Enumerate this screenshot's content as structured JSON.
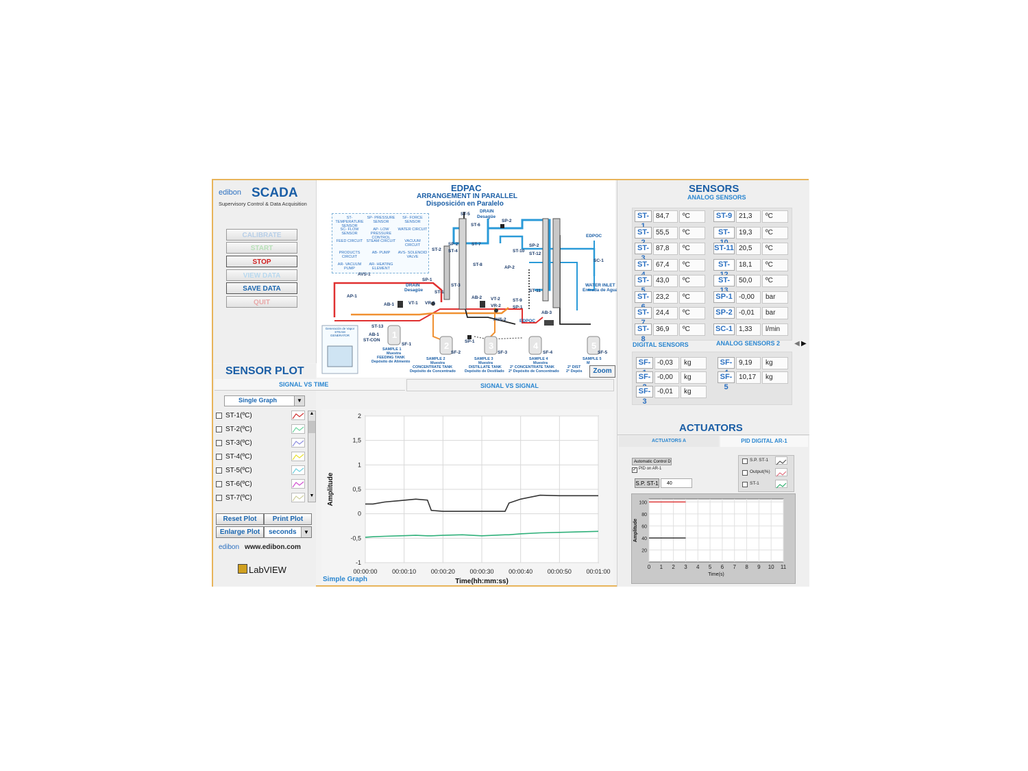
{
  "brand": {
    "logo": "edibon",
    "app": "SCADA",
    "subtitle": "Supervisory Control & Data Acquisition",
    "web": "www.edibon.com",
    "labview": "LabVIEW"
  },
  "controls": {
    "calibrate": "CALIBRATE",
    "start": "START",
    "stop": "STOP",
    "view": "VIEW DATA",
    "save": "SAVE DATA",
    "quit": "QUIT"
  },
  "diagram": {
    "title": "EDPAC",
    "subtitle": "ARRANGEMENT IN PARALLEL",
    "subtitle2": "Disposición en Paralelo",
    "legend": [
      "ST- TEMPERATURE SENSOR",
      "SP- PRESSURE SENSOR",
      "SF- FORCE SENSOR",
      "SC- FLOW SENSOR",
      "AP- LOW PRESSURE CONTROL",
      "WATER CIRCUIT",
      "FEED CIRCUIT",
      "STEAM CIRCUIT",
      "VACUUM CIRCUIT",
      "PRODUCTS CIRCUIT",
      "AB- PUMP",
      "AVS- SOLENOID VALVE",
      "AR- VACUUM PUMP",
      "AR- HEATING ELEMENT"
    ],
    "labels": {
      "st5": "ST-5",
      "st6": "ST-6",
      "sp2a": "SP-2",
      "drain1": "DRAIN",
      "drain1b": "Desagüe",
      "edpoc": "EDPOC",
      "st2": "ST-2",
      "sp2b": "SP-2",
      "st4": "ST-4",
      "st7": "ST-7",
      "sp2c": "SP-2",
      "st12": "ST-12",
      "st10": "ST-10",
      "sc1": "SC-1",
      "st8": "ST-8",
      "ap2": "AP-2",
      "avs1": "AVS-1",
      "sp1a": "SP-1",
      "drain2": "DRAIN",
      "drain2b": "Desagüe",
      "st3": "ST-3",
      "st11": "ST-11",
      "water": "WATER INLET",
      "water2": "Entrada de Agua",
      "ap1": "AP-1",
      "ab1": "AB-1",
      "vt1": "VT-1",
      "vr1": "VR-1",
      "st1": "ST-1",
      "ab2": "AB-2",
      "vt2": "VT-2",
      "vr2": "VR-2",
      "st9": "ST-9",
      "sp1b": "SP-1",
      "avs2": "AVS-2",
      "ab3": "AB-3",
      "edpoc2": "EDPOC",
      "st13": "ST-13",
      "abl": "AB-1",
      "stcon": "ST-CON",
      "sf1": "SF-1",
      "sf2": "SF-2",
      "sf3": "SF-3",
      "sf4": "SF-4",
      "sf5": "SF-5",
      "sp1c": "SP-1",
      "steamgen": "Generación de Vapor STEAM GENERATOR",
      "t1": "1",
      "t2": "2",
      "t3": "3",
      "t4": "4",
      "t5": "5",
      "s1": "SAMPLE 1",
      "s1b": "Muestra",
      "s1c": "FEEDING TANK",
      "s1d": "Depósito de Alimento",
      "s2": "SAMPLE 2",
      "s2b": "Muestra",
      "s2c": "CONCENTRATE TANK",
      "s2d": "Depósito de Concentrado",
      "s3": "SAMPLE 3",
      "s3b": "Muestra",
      "s3c": "DISTILLATE TANK",
      "s3d": "Depósito de Destilado",
      "s4": "SAMPLE 4",
      "s4b": "Muestra",
      "s4c": "2° CONCENTRATE TANK",
      "s4d": "2° Depósito de Concentrado",
      "s5": "SAMPLE 5",
      "s5b": "M",
      "s5c": "2° DIST",
      "s5d": "2° Depós"
    },
    "zoom": "Zoom"
  },
  "sensors": {
    "title": "SENSORS",
    "analog": "ANALOG SENSORS",
    "digital": "DIGITAL SENSORS",
    "analog2": "ANALOG SENSORS 2",
    "left": [
      {
        "tag": "ST-1",
        "val": "84,7",
        "unit": "ºC"
      },
      {
        "tag": "ST-2",
        "val": "55,5",
        "unit": "ºC"
      },
      {
        "tag": "ST-3",
        "val": "87,8",
        "unit": "ºC"
      },
      {
        "tag": "ST-4",
        "val": "67,4",
        "unit": "ºC"
      },
      {
        "tag": "ST-5",
        "val": "43,0",
        "unit": "ºC"
      },
      {
        "tag": "ST-6",
        "val": "23,2",
        "unit": "ºC"
      },
      {
        "tag": "ST-7",
        "val": "24,4",
        "unit": "ºC"
      },
      {
        "tag": "ST-8",
        "val": "36,9",
        "unit": "ºC"
      }
    ],
    "right": [
      {
        "tag": "ST-9",
        "val": "21,3",
        "unit": "ºC"
      },
      {
        "tag": "ST-10",
        "val": "19,3",
        "unit": "ºC"
      },
      {
        "tag": "ST-11",
        "val": "20,5",
        "unit": "ºC"
      },
      {
        "tag": "ST-12",
        "val": "18,1",
        "unit": "ºC"
      },
      {
        "tag": "ST-13",
        "val": "50,0",
        "unit": "ºC"
      },
      {
        "tag": "SP-1",
        "val": "-0,00",
        "unit": "bar"
      },
      {
        "tag": "SP-2",
        "val": "-0,01",
        "unit": "bar"
      },
      {
        "tag": "SC-1",
        "val": "1,33",
        "unit": "l/min"
      }
    ],
    "digital_left": [
      {
        "tag": "SF-1",
        "val": "-0,03",
        "unit": "kg"
      },
      {
        "tag": "SF-2",
        "val": "-0,00",
        "unit": "kg"
      },
      {
        "tag": "SF-3",
        "val": "-0,01",
        "unit": "kg"
      }
    ],
    "digital_right": [
      {
        "tag": "SF-4",
        "val": "9,19",
        "unit": "kg"
      },
      {
        "tag": "SF-5",
        "val": "10,17",
        "unit": "kg"
      }
    ]
  },
  "actuators": {
    "title": "ACTUATORS",
    "tab1": "ACTUATORS A",
    "tab2": "PID DIGITAL AR-1",
    "auto": "Automatic Control D",
    "pid": "PID on AR-1",
    "sp_label": "S.P. ST-1",
    "sp_value": "40",
    "legend": [
      "S.P. ST-1",
      "Output(%)",
      "ST-1"
    ],
    "ylabel": "Amplitude",
    "xlabel": "Time(s)",
    "yticks": [
      "100",
      "80",
      "60",
      "40",
      "20"
    ],
    "xticks": [
      "0",
      "1",
      "2",
      "3",
      "4",
      "5",
      "6",
      "7",
      "8",
      "9",
      "10",
      "11"
    ]
  },
  "plot": {
    "title": "SENSOR PLOT",
    "tab1": "SIGNAL VS TIME",
    "tab2": "SIGNAL VS SIGNAL",
    "mode": "Single Graph",
    "items": [
      "ST-1(ºC)",
      "ST-2(ºC)",
      "ST-3(ºC)",
      "ST-4(ºC)",
      "ST-5(ºC)",
      "ST-6(ºC)",
      "ST-7(ºC)"
    ],
    "colors": [
      "#d03030",
      "#6fd6a0",
      "#8f8fe0",
      "#e8e030",
      "#70d0e0",
      "#d050d0",
      "#d0d0a0"
    ],
    "reset": "Reset Plot",
    "print": "Print Plot",
    "enlarge": "Enlarge Plot",
    "units": "seconds",
    "graph_label": "Simple Graph"
  },
  "chart_data": [
    {
      "type": "line",
      "ylabel": "Amplitude",
      "xlabel": "Time(hh:mm:ss)",
      "ylim": [
        -1,
        2
      ],
      "yticks": [
        "2",
        "1,5",
        "1",
        "0,5",
        "0",
        "-0,5",
        "-1"
      ],
      "xticks": [
        "00:00:00",
        "00:00:10",
        "00:00:20",
        "00:00:30",
        "00:00:40",
        "00:00:50",
        "00:01:00"
      ],
      "x": [
        0,
        2,
        5,
        9,
        13,
        16,
        17,
        20,
        25,
        30,
        36,
        37,
        40,
        45,
        50,
        60
      ],
      "series": [
        {
          "color": "#333333",
          "values": [
            0.2,
            0.2,
            0.24,
            0.27,
            0.3,
            0.28,
            0.07,
            0.05,
            0.05,
            0.05,
            0.05,
            0.22,
            0.3,
            0.38,
            0.37,
            0.37
          ]
        },
        {
          "color": "#2fb07a",
          "values": [
            -0.48,
            -0.47,
            -0.46,
            -0.45,
            -0.44,
            -0.45,
            -0.45,
            -0.44,
            -0.43,
            -0.45,
            -0.43,
            -0.43,
            -0.41,
            -0.39,
            -0.38,
            -0.36
          ]
        }
      ],
      "grid": true
    },
    {
      "type": "line",
      "ylabel": "Amplitude",
      "xlabel": "Time(s)",
      "ylim": [
        0,
        105
      ],
      "xlim": [
        0,
        11
      ],
      "x": [
        0,
        1,
        2,
        3
      ],
      "series": [
        {
          "name": "S.P. ST-1",
          "color": "#dd2a2a",
          "values": [
            100,
            100,
            100,
            100
          ]
        },
        {
          "name": "Output(%)",
          "color": "#333333",
          "values": [
            40,
            40,
            40,
            40
          ]
        }
      ],
      "grid": true
    }
  ]
}
